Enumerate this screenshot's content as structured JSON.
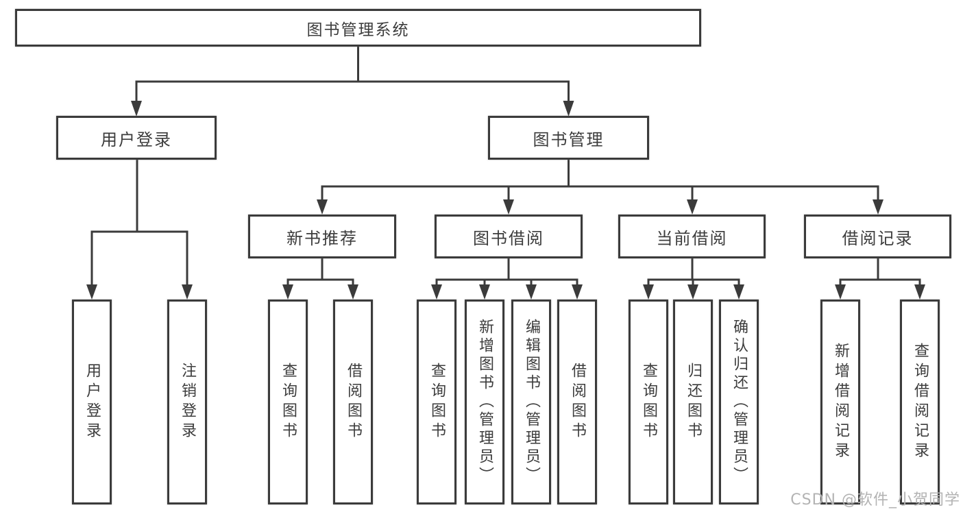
{
  "diagram": {
    "title_node": "图书管理系统",
    "level2": {
      "user_login": "用户登录",
      "book_management": "图书管理"
    },
    "level3": {
      "new_book_recommend": "新书推荐",
      "book_borrow": "图书借阅",
      "current_borrow": "当前借阅",
      "borrow_records": "借阅记录"
    },
    "leaves": {
      "user_login": [
        "用户登录",
        "注销登录"
      ],
      "new_book": [
        "查询图书",
        "借阅图书"
      ],
      "borrow": [
        "查询图书",
        "新增图书（管理员）",
        "编辑图书（管理员）",
        "借阅图书"
      ],
      "current": [
        "查询图书",
        "归还图书",
        "确认归还（管理员）"
      ],
      "records": [
        "新增借阅记录",
        "查询借阅记录"
      ]
    }
  },
  "watermark": "CSDN @软件_小贺同学",
  "colors": {
    "line": "#3b3b3b",
    "text": "#3c3c3c",
    "box_background": "#ffffff",
    "watermark": "#b3b3b3",
    "page_background": "#ffffff"
  }
}
